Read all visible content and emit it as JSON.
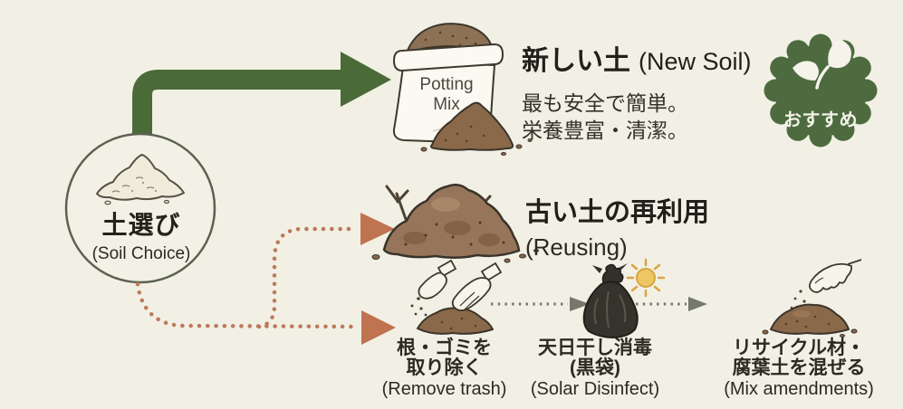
{
  "palette": {
    "background": "#f2f0e5",
    "arrow_green": "#4a6b38",
    "badge_green": "#4d6b3f",
    "dotted_salmon": "#bd7a5c",
    "arrowhead_salmon": "#bf7350",
    "small_arrow_gray": "#75786a",
    "soil_brown": "#8a684a",
    "text_dark": "#23221b"
  },
  "hub": {
    "title": "土選び",
    "subtitle": "(Soil Choice)",
    "icon": "soil-pile-sketch-icon"
  },
  "new_soil": {
    "bag_line1": "Potting",
    "bag_line2": "Mix",
    "title_jp": "新しい土",
    "title_en": "(New Soil)",
    "desc1": "最も安全で簡単。",
    "desc2": "栄養豊富・清潔。",
    "icon": "potting-mix-bag-icon"
  },
  "badge": {
    "label": "おすすめ",
    "icon": "sprout-leaves-icon"
  },
  "reuse": {
    "title_jp": "古い土の再利用",
    "title_en": "(Reusing)",
    "icon": "old-soil-pile-twigs-icon"
  },
  "steps": [
    {
      "jp1": "根・ゴミを",
      "jp2": "取り除く",
      "en": "(Remove trash)",
      "icon": "gloved-hands-removing-debris-icon"
    },
    {
      "jp1": "天日干し消毒",
      "jp2": "(黒袋)",
      "en": "(Solar Disinfect)",
      "icon": "black-bag-sun-icon"
    },
    {
      "jp1": "リサイクル材・",
      "jp2": "腐葉土を混ぜる",
      "en": "(Mix amendments)",
      "icon": "hand-sprinkling-soil-icon"
    }
  ]
}
